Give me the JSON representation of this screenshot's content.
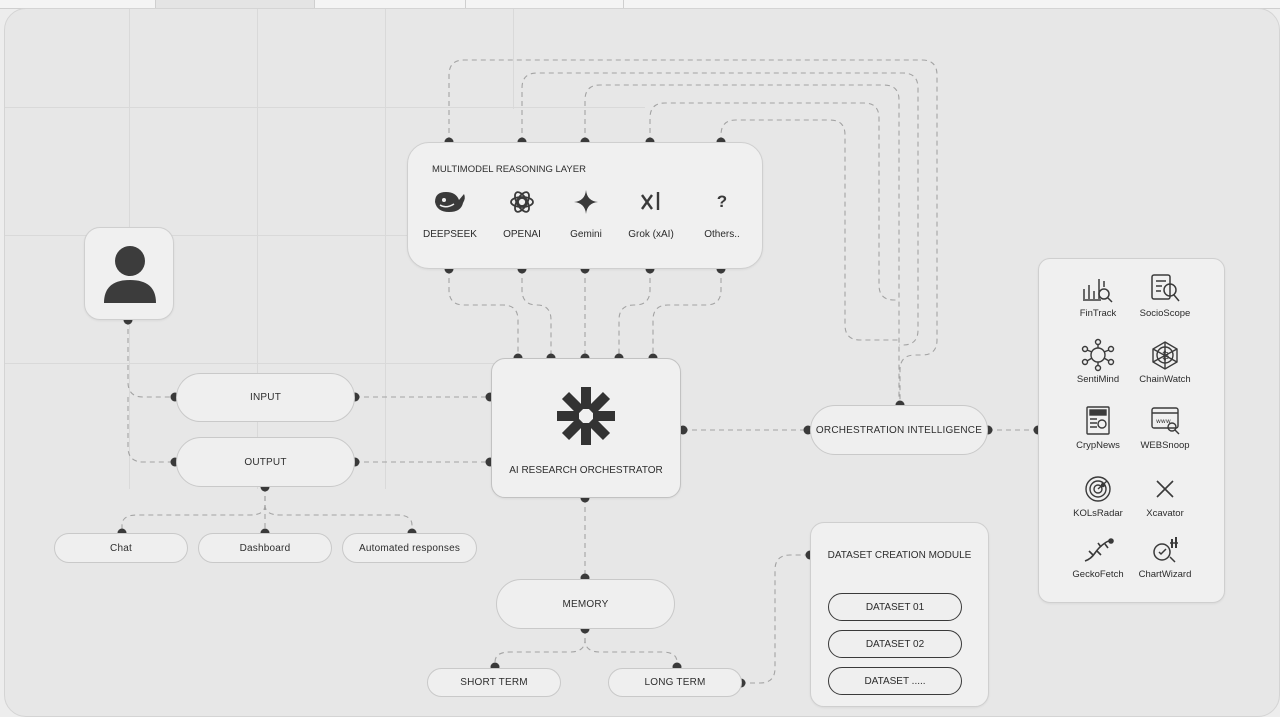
{
  "reasoning_layer": {
    "title": "MULTIMODEL REASONING LAYER",
    "models": [
      {
        "name": "DEEPSEEK",
        "icon": "deepseek-whale-icon"
      },
      {
        "name": "OPENAI",
        "icon": "openai-knot-icon"
      },
      {
        "name": "Gemini",
        "icon": "gemini-sparkle-icon"
      },
      {
        "name": "Grok (xAI)",
        "icon": "grok-xai-icon"
      },
      {
        "name": "Others..",
        "icon": "question-mark-icon"
      }
    ]
  },
  "io": {
    "input": "INPUT",
    "output": "OUTPUT",
    "outputs": [
      "Chat",
      "Dashboard",
      "Automated responses"
    ]
  },
  "orchestrator": {
    "title": "AI RESEARCH ORCHESTRATOR",
    "icon": "asterisk-logo-icon"
  },
  "orchestration": {
    "title": "ORCHESTRATION INTELLIGENCE"
  },
  "memory": {
    "title": "MEMORY",
    "short": "SHORT TERM",
    "long": "LONG TERM"
  },
  "dataset": {
    "title": "DATASET CREATION MODULE",
    "items": [
      "DATASET 01",
      "DATASET 02",
      "DATASET ....."
    ]
  },
  "tools": [
    {
      "name": "FinTrack",
      "icon": "chart-magnifier-icon"
    },
    {
      "name": "SocioScope",
      "icon": "document-magnifier-icon"
    },
    {
      "name": "SentiMind",
      "icon": "brain-network-icon"
    },
    {
      "name": "ChainWatch",
      "icon": "bitcoin-network-icon"
    },
    {
      "name": "CrypNews",
      "icon": "newspaper-icon"
    },
    {
      "name": "WEBSnoop",
      "icon": "web-window-icon"
    },
    {
      "name": "KOLsRadar",
      "icon": "radar-icon"
    },
    {
      "name": "Xcavator",
      "icon": "x-logo-icon"
    },
    {
      "name": "GeckoFetch",
      "icon": "gecko-icon"
    },
    {
      "name": "ChartWizard",
      "icon": "chart-wizard-icon"
    }
  ],
  "colors": {
    "background": "#e7e7e7",
    "card": "#f0f0f0",
    "node": "#3a3a3a",
    "wire": "#a9a9a9"
  }
}
